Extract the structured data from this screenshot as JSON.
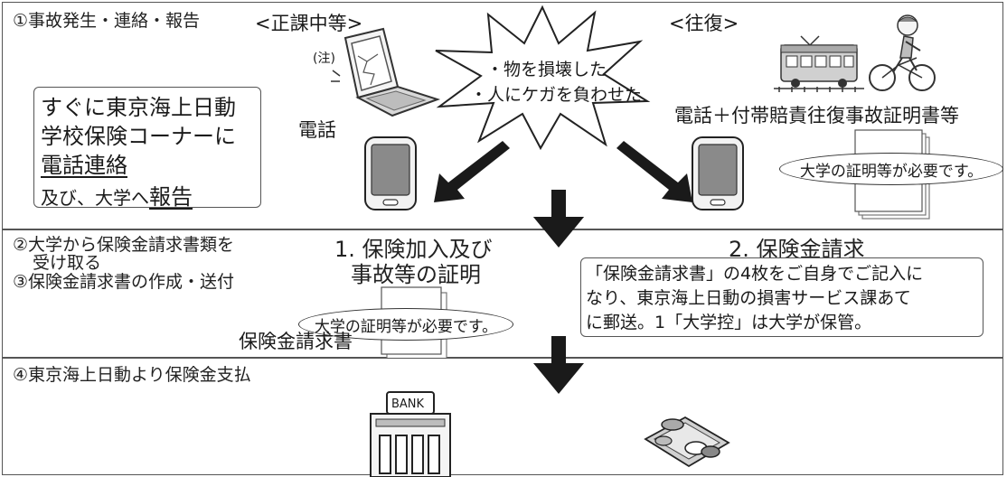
{
  "section1": {
    "step_label": "①事故発生・連絡・報告",
    "regular_class_label": "<正課中等>",
    "commute_label": "<往復>",
    "note_marker": "(注)",
    "burst_lines": [
      "・物を損壊した",
      "・人にケガを負わせた"
    ],
    "instruction_lines": [
      "すぐに東京海上日動",
      "学校保険コーナーに",
      "電話連絡",
      "及び、大学へ",
      "報告"
    ],
    "phone_label": "電話",
    "commute_phone_label": "電話＋付帯賠責往復事故証明書等",
    "university_cert_note": "大学の証明等が必要です。"
  },
  "section2": {
    "step_lines": [
      "②大学から保険金請求書類を",
      "受け取る",
      "③保険金請求書の作成・送付"
    ],
    "col1_title_lines": [
      "1. 保険加入及び",
      "事故等の証明"
    ],
    "col2_title": "2. 保険金請求",
    "university_cert_note": "大学の証明等が必要です。",
    "claim_form_label": "保険金請求書",
    "claim_instructions": [
      "「保険金請求書」の4枚をご自身でご記入に",
      "なり、東京海上日動の損害サービス課あて",
      "に郵送。1「大学控」は大学が保管。"
    ]
  },
  "section3": {
    "step_label": "④東京海上日動より保険金支払",
    "bank_sign": "BANK"
  },
  "colors": {
    "border": "#555555",
    "arrow": "#1a1a1a",
    "device_gray": "#8a8a8a",
    "illustration_gray": "#bdbdbd"
  }
}
